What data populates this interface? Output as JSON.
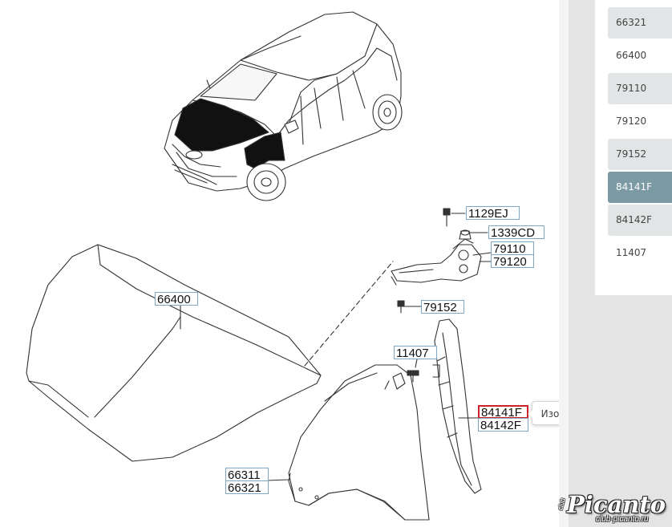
{
  "callouts": {
    "c1129EJ": "1129EJ",
    "c1339CD": "1339CD",
    "c79110": "79110",
    "c79120": "79120",
    "c66400": "66400",
    "c79152": "79152",
    "c11407": "11407",
    "c84141F": "84141F",
    "c84142F": "84142F",
    "c66311": "66311",
    "c66321": "66321"
  },
  "tooltip": {
    "text": "Изолятор-крыло, лев."
  },
  "part_list": [
    {
      "label": "66321",
      "state": "shaded"
    },
    {
      "label": "66400",
      "state": "plain"
    },
    {
      "label": "79110",
      "state": "shaded"
    },
    {
      "label": "79120",
      "state": "plain"
    },
    {
      "label": "79152",
      "state": "shaded"
    },
    {
      "label": "84141F",
      "state": "selected"
    },
    {
      "label": "84142F",
      "state": "shaded"
    },
    {
      "label": "11407",
      "state": "plain"
    }
  ],
  "watermark": {
    "logo": "Picanto",
    "url": "club-picanto.ru",
    "prefix": "club"
  },
  "colors": {
    "selected": "#7c9aa4",
    "highlight_border": "#d0202a",
    "callout_border": "#7fa6c2"
  }
}
